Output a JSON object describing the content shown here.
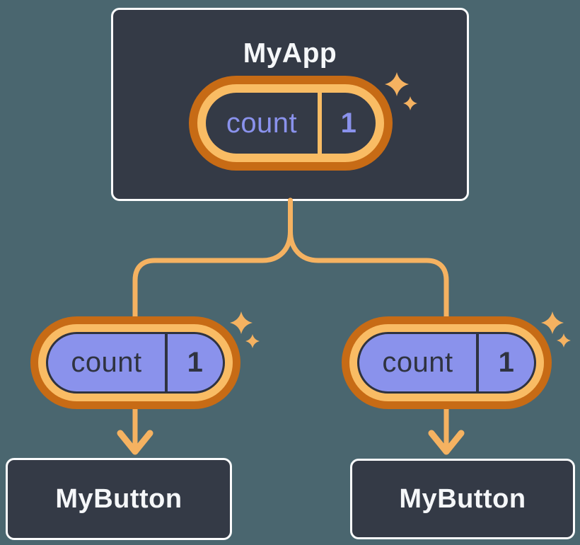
{
  "colors": {
    "background": "#4A666F",
    "card": "#343A46",
    "card-border": "#FBFCFD",
    "connector": "#F5B261",
    "ring-outer": "#C76B15",
    "ring-inner": "#F9BC64",
    "chip": "#8A92EC",
    "text-light": "#F5F7F9",
    "text-dark": "#2F3340",
    "accent-purple": "#8A92EC"
  },
  "diagram": {
    "root": {
      "title": "MyApp",
      "state": {
        "name": "count",
        "value": "1"
      }
    },
    "children": [
      {
        "title": "MyButton",
        "prop": {
          "name": "count",
          "value": "1"
        }
      },
      {
        "title": "MyButton",
        "prop": {
          "name": "count",
          "value": "1"
        }
      }
    ]
  }
}
